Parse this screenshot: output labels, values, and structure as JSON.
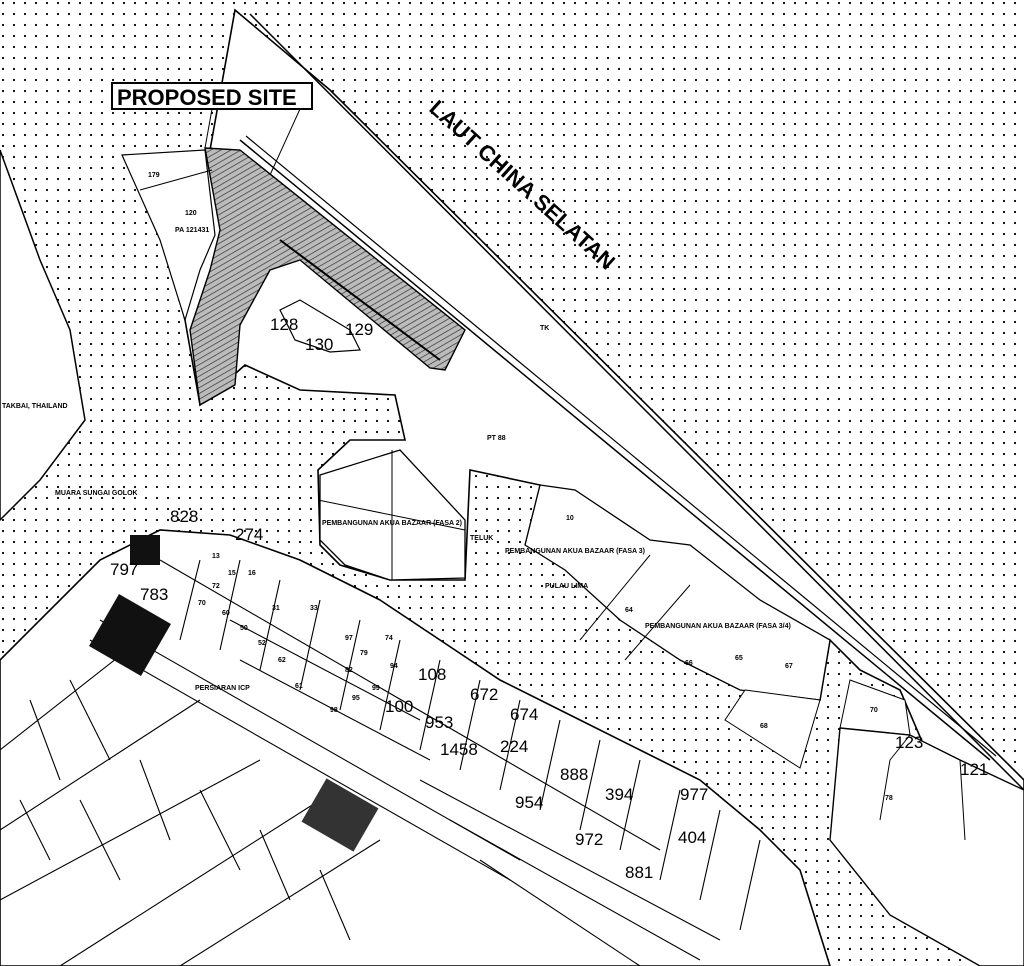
{
  "title_box": "PROPOSED SITE",
  "sea_label": "LAUT CHINA SELATAN",
  "places": {
    "thailand": "TAKBAI, THAILAND",
    "river_mouth": "MUARA SUNGAI GOLOK",
    "tk": "TK",
    "pt": "PT 88",
    "teluk": "TELUK",
    "pulau": "PULAU LIMA",
    "kompleks": "PERSIARAN ICP",
    "phase2": "PEMBANGUNAN AKUA BAZAAR (FASA 2)",
    "phase3": "PEMBANGUNAN AKUA BAZAAR (FASA 3)",
    "phase34": "PEMBANGUNAN AKUA BAZAAR (FASA 3/4)"
  },
  "site_lots": [
    "179",
    "120",
    "PA 121431"
  ],
  "lots": [
    "128",
    "130",
    "129",
    "10",
    "64",
    "66",
    "65",
    "67",
    "68",
    "70",
    "123",
    "121",
    "78",
    "1458",
    "224",
    "954",
    "394",
    "404",
    "881",
    "977",
    "972",
    "888",
    "953",
    "672",
    "674",
    "108",
    "100",
    "99",
    "95",
    "98",
    "94",
    "79",
    "74",
    "82",
    "97",
    "33",
    "31",
    "50",
    "52",
    "62",
    "61",
    "60",
    "70",
    "72",
    "274",
    "13",
    "15",
    "16",
    "828",
    "797",
    "783"
  ],
  "colors": {
    "line": "#000000",
    "hatch": "#9a9a9a",
    "dots": "#000000",
    "land": "#ffffff"
  }
}
